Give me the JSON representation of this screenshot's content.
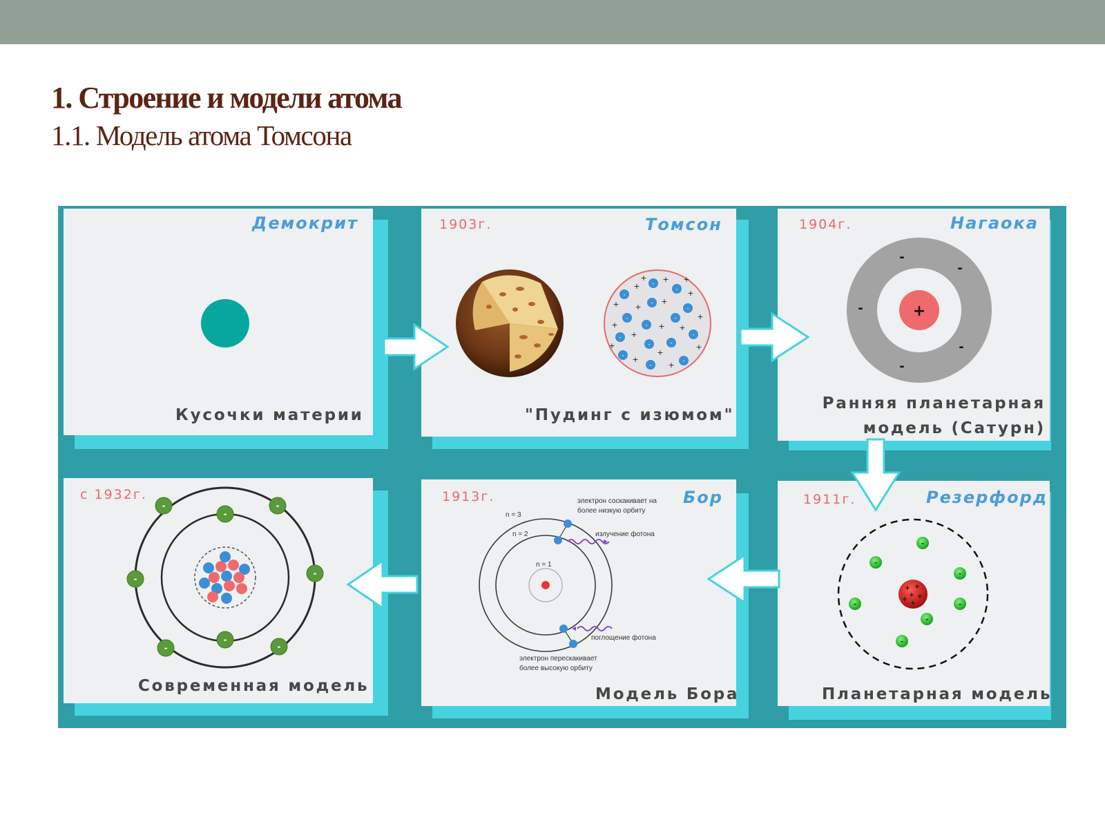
{
  "header": {
    "title": "1. Строение и модели атома",
    "subtitle": "1.1. Модель атома Томсона"
  },
  "colors": {
    "top_bar": "#929f95",
    "title": "#5b2413",
    "board": "#2f9ea7",
    "card_shadow": "#46d2df",
    "card": "#eef0f1",
    "scientist": "#4a9ed6",
    "year": "#e46b6f"
  },
  "models": [
    {
      "scientist": "Демокрит",
      "year": "",
      "caption": "Кусочки материи"
    },
    {
      "scientist": "Томсон",
      "year": "1903г.",
      "caption": "\"Пудинг с изюмом\""
    },
    {
      "scientist": "Нагаока",
      "year": "1904г.",
      "caption_lines": [
        "Ранняя планетарная",
        "модель (Сатурн)"
      ]
    },
    {
      "scientist": "Резерфорд",
      "year": "1911г.",
      "caption": "Планетарная модель"
    },
    {
      "scientist": "Бор",
      "year": "1913г.",
      "caption": "Модель Бора",
      "labels": {
        "n3": "n = 3",
        "n2": "n = 2",
        "n1": "n = 1",
        "jump_down_line1": "электрон соскакивает на",
        "jump_down_line2": "более низкую орбиту",
        "emission": "излучение фотона",
        "absorption": "поглощение фотона",
        "jump_up_line1": "электрон перескакивает",
        "jump_up_line2": "более высокую орбиту"
      }
    },
    {
      "scientist": "",
      "year": "с 1932г.",
      "caption": "Современная модель"
    }
  ],
  "icons": {
    "plus": "+",
    "minus": "-"
  }
}
